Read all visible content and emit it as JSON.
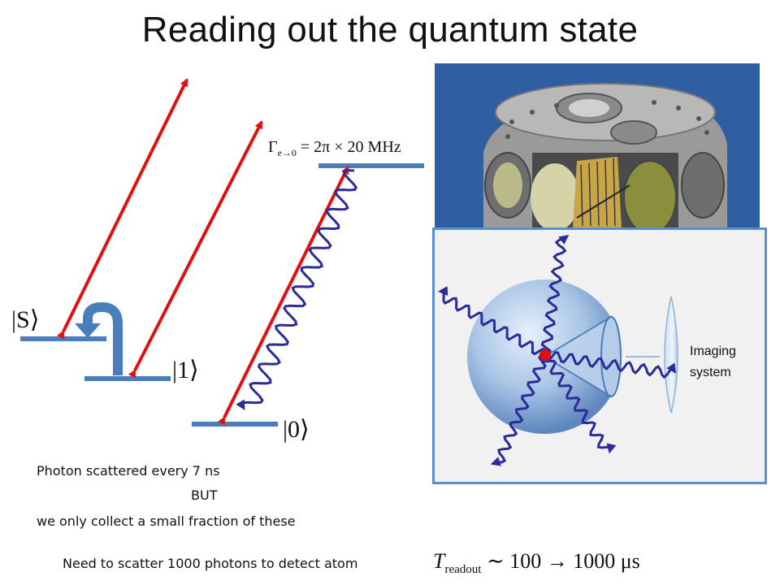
{
  "title": "Reading out the quantum state",
  "levels": {
    "s_label": "|S⟩",
    "one_label": "|1⟩",
    "zero_label": "|0⟩"
  },
  "decay_rate": {
    "gamma": "Γ",
    "subscript": "e→0",
    "rhs": "= 2π × 20 MHz"
  },
  "imaging": {
    "label_line1": "Imaging",
    "label_line2": "system"
  },
  "notes": {
    "line1": "Photon scattered every 7 ns",
    "line2": "BUT",
    "line3": "we only collect a small fraction of these",
    "bottom": "Need to scatter 1000 photons to detect atom"
  },
  "readout_time": {
    "symbol": "T",
    "subscript": "readout",
    "rhs": "∼ 100 → 1000 μs"
  },
  "colors": {
    "level": "#4a7ebb",
    "laser": "#e01010",
    "photon": "#2b2b9a",
    "atom": "#e01010",
    "chamber_bg": "#2f5fa0",
    "panel_border": "#5b8fd1"
  }
}
